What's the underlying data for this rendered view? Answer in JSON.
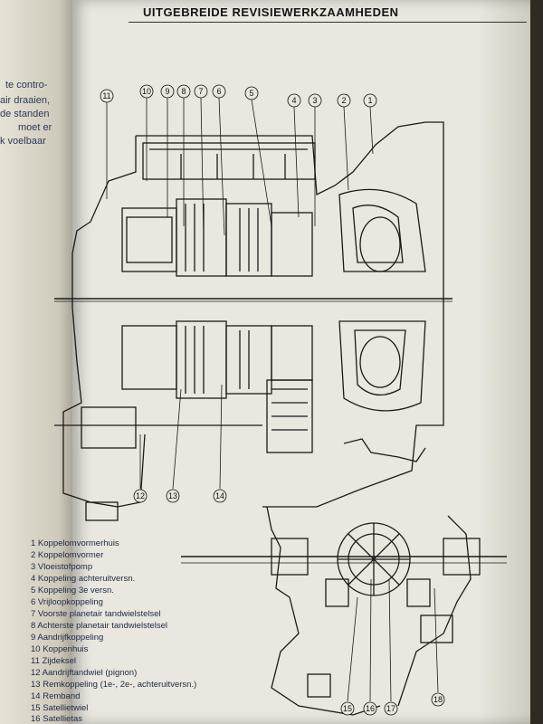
{
  "header": "UITGEBREIDE REVISIEWERKZAAMHEDEN",
  "left_page_lines": [
    "te contro-",
    "air draaien,",
    "de standen",
    "moet er",
    "k voelbaar"
  ],
  "callouts": [
    "11",
    "10",
    "9",
    "8",
    "7",
    "6",
    "5",
    "4",
    "3",
    "2",
    "1",
    "12",
    "13",
    "14",
    "15",
    "16",
    "17",
    "18"
  ],
  "legend": [
    "1 Koppelomvormerhuis",
    "2 Koppelomvormer",
    "3 Vloeistofpomp",
    "4 Koppeling achteruitversn.",
    "5 Koppeling 3e versn.",
    "6 Vrijloopkoppeling",
    "7 Voorste planetair tandwielstelsel",
    "8 Achterste planetair tandwielstelsel",
    "9 Aandrijfkoppeling",
    "10 Koppenhuis",
    "11 Zijdeksel",
    "12 Aandrijftandwiel (pignon)",
    "13 Remkoppeling (1e-, 2e-, achteruitversn.)",
    "14 Remband",
    "15 Satellietwiel",
    "16 Satellietas"
  ]
}
